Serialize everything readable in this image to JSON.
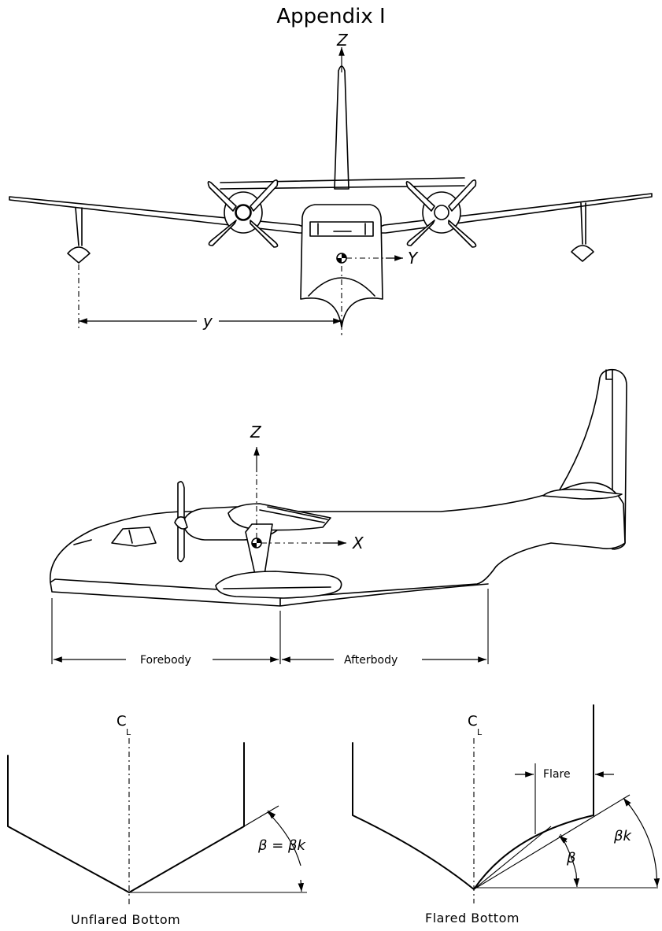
{
  "title": "Appendix I",
  "front_view": {
    "axis_z": "Z",
    "axis_y": "Y",
    "dimension_y": "y"
  },
  "side_view": {
    "axis_z": "Z",
    "axis_x": "X",
    "forebody": "Forebody",
    "afterbody": "Afterbody"
  },
  "unflared": {
    "centerline": "C",
    "centerline_sub": "L",
    "angle_label": "β = βk",
    "caption": "Unflared Bottom"
  },
  "flared": {
    "centerline": "C",
    "centerline_sub": "L",
    "flare_label": "Flare",
    "beta_label": "β",
    "beta_k_label": "βk",
    "caption": "Flared Bottom"
  }
}
